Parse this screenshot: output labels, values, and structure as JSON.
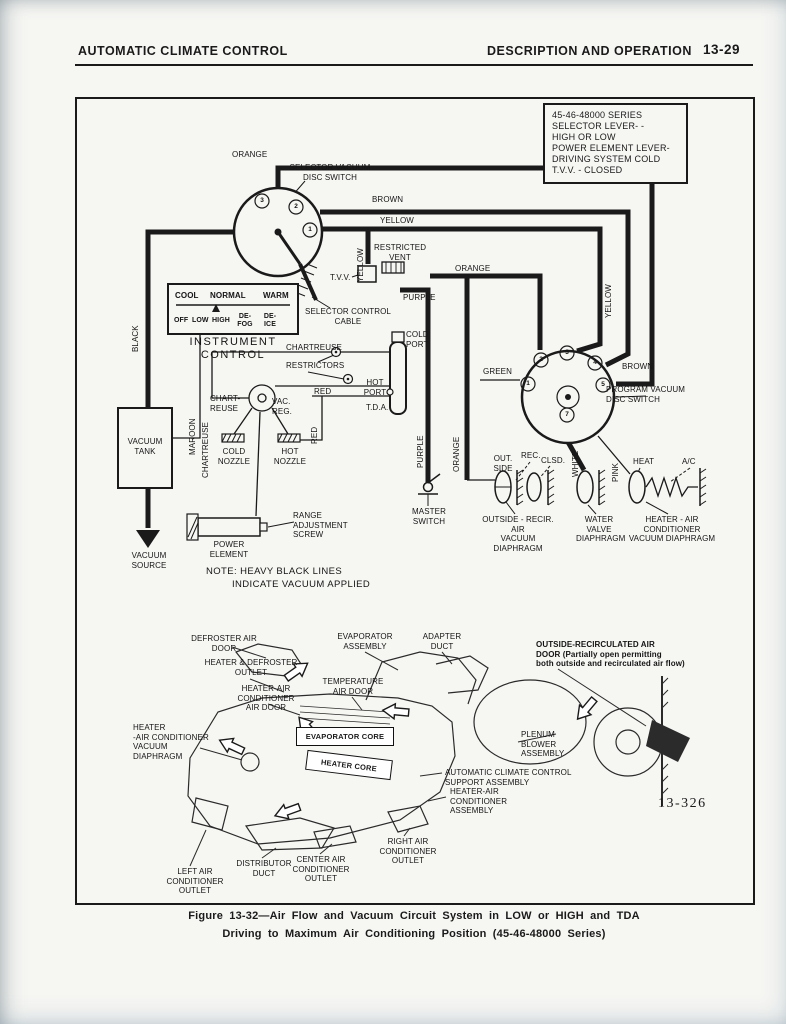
{
  "header": {
    "left": "AUTOMATIC CLIMATE CONTROL",
    "right": "DESCRIPTION AND OPERATION",
    "page": "13-29"
  },
  "info_box": {
    "lines": [
      "45-46-48000 SERIES",
      "SELECTOR LEVER- -",
      "HIGH OR LOW",
      "POWER ELEMENT LEVER-",
      "DRIVING SYSTEM COLD",
      "T.V.V. - CLOSED"
    ]
  },
  "selector_switch": {
    "label": "SELECTOR VACUUM\nDISC SWITCH",
    "ports": [
      "3",
      "2",
      "1"
    ]
  },
  "program_switch": {
    "label": "PROGRAM VACUUM\nDISC SWITCH",
    "ports": [
      "2",
      "3",
      "4",
      "1",
      "5",
      "7"
    ]
  },
  "instrument": {
    "title": "INSTRUMENT CONTROL",
    "temps": [
      "COOL",
      "NORMAL",
      "WARM"
    ],
    "modes": [
      "OFF",
      "LOW",
      "HIGH",
      "DE-\nFOG",
      "DE-\nICE"
    ]
  },
  "wires": {
    "orange_top": "ORANGE",
    "brown_top": "BROWN",
    "yellow_top": "YELLOW",
    "yellow_vent": "YELLOW",
    "yellow_right": "YELLOW",
    "orange_mid": "ORANGE",
    "purple_mid": "PURPLE",
    "purple_down": "PURPLE",
    "orange_down": "ORANGE",
    "black": "BLACK",
    "maroon": "MAROON",
    "chartreuse_h": "CHARTREUSE",
    "chartreuse_v": "CHARTREUSE",
    "green": "GREEN",
    "brown_right": "BROWN",
    "white": "WHITE",
    "pink": "PINK",
    "red_h": "RED",
    "red_v": "RED"
  },
  "parts": {
    "restricted_vent": "RESTRICTED\nVENT",
    "tvv": "T.V.V.",
    "cold_port": "COLD\nPORT",
    "hot_port": "HOT\nPORT",
    "tda": "T.D.A.",
    "restrictors": "RESTRICTORS",
    "selector_cable": "SELECTOR CONTROL\nCABLE",
    "chart_reuse": "CHART-\nREUSE",
    "vac_reg": "VAC.\nREG.",
    "vacuum_tank": "VACUUM\nTANK",
    "cold_nozzle": "COLD\nNOZZLE",
    "hot_nozzle": "HOT\nNOZZLE",
    "range_screw": "RANGE\nADJUSTMENT\nSCREW",
    "power_element": "POWER\nELEMENT",
    "vacuum_source": "VACUUM\nSOURCE",
    "master_switch": "MASTER\nSWITCH",
    "out_side": "OUT.\nSIDE",
    "rec": "REC.",
    "clsd": "CLSD.",
    "heat": "HEAT",
    "ac": "A/C",
    "outside_recir_diaphragm": "OUTSIDE - RECIR. AIR\nVACUUM DIAPHRAGM",
    "water_valve_diaphragm": "WATER\nVALVE\nDIAPHRAGM",
    "heater_ac_diaphragm": "HEATER - AIR CONDITIONER\nVACUUM DIAPHRAGM"
  },
  "note": {
    "line1": "NOTE: HEAVY BLACK LINES",
    "line2": "INDICATE VACUUM APPLIED"
  },
  "airflow": {
    "defroster_air_door": "DEFROSTER AIR\nDOOR",
    "evaporator_assembly": "EVAPORATOR\nASSEMBLY",
    "adapter_duct": "ADAPTER\nDUCT",
    "outside_recirc_door": "OUTSIDE-RECIRCULATED AIR\nDOOR (Partially open permitting\nboth outside and recirculated air flow)",
    "heater_defroster_outlet": "HEATER & DEFROSTER\nOUTLET",
    "heater_ac_air_door": "HEATER-AIR CONDITIONER\nAIR DOOR",
    "temperature_air_door": "TEMPERATURE\nAIR DOOR",
    "heater_ac_vacuum_diaphragm": "HEATER\n-AIR CONDITIONER\nVACUUM\nDIAPHRAGM",
    "evaporator_core": "EVAPORATOR CORE",
    "heater_core": "HEATER CORE",
    "plenum_blower": "PLENUM\nBLOWER\nASSEMBLY",
    "acc_support": "AUTOMATIC CLIMATE CONTROL\nSUPPORT ASSEMBLY",
    "heater_ac_assembly": "HEATER-AIR\nCONDITIONER\nASSEMBLY",
    "right_outlet": "RIGHT AIR\nCONDITIONER\nOUTLET",
    "center_outlet": "CENTER AIR\nCONDITIONER\nOUTLET",
    "distributor_duct": "DISTRIBUTOR\nDUCT",
    "left_outlet": "LEFT AIR\nCONDITIONER\nOUTLET",
    "figure_number": "13-326"
  },
  "caption": {
    "line1": "Figure 13-32—Air Flow and Vacuum Circuit System in LOW or HIGH and TDA",
    "line2": "Driving to Maximum Air Conditioning Position (45-46-48000 Series)"
  },
  "colors": {
    "ink": "#1a1a1a",
    "paper": "#f6f6f3"
  }
}
